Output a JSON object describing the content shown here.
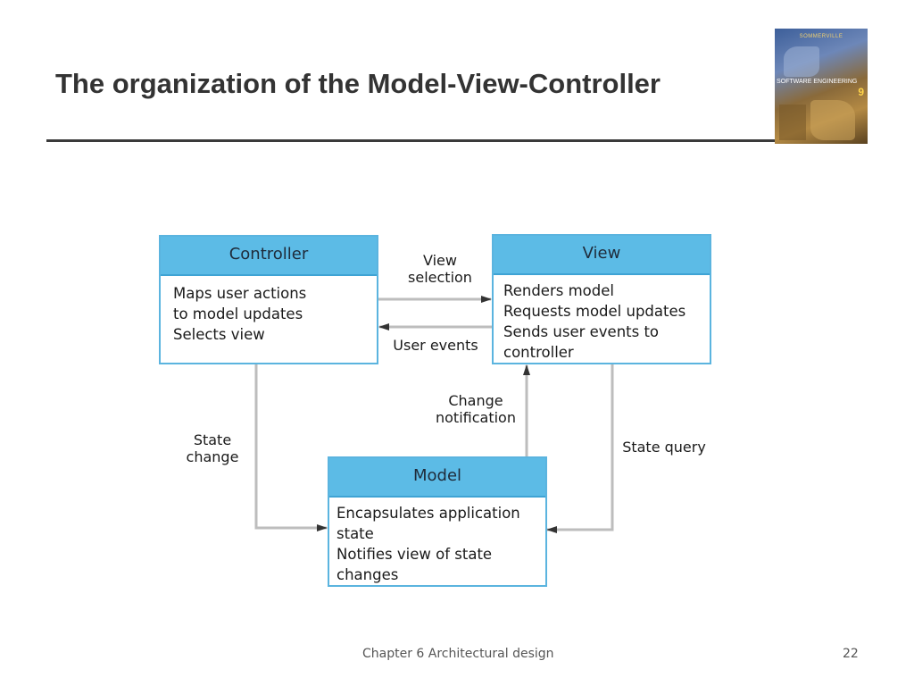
{
  "slide": {
    "title": "The organization of the Model-View-Controller",
    "footer": "Chapter 6 Architectural design",
    "page_number": "22"
  },
  "book_cover": {
    "brand": "SOMMERVILLE",
    "title": "SOFTWARE ENGINEERING",
    "edition": "9"
  },
  "diagram": {
    "nodes": {
      "controller": {
        "title": "Controller",
        "lines": [
          "Maps user actions",
          "to model updates",
          "Selects view"
        ]
      },
      "view": {
        "title": "View",
        "lines": [
          "Renders model",
          "Requests model updates",
          "Sends user events to",
          "controller"
        ]
      },
      "model": {
        "title": "Model",
        "lines": [
          "Encapsulates application",
          "state",
          "Notifies view of state",
          "changes"
        ]
      }
    },
    "edges": {
      "view_selection": [
        "View",
        "selection"
      ],
      "user_events": [
        "User events"
      ],
      "state_change": [
        "State",
        "change"
      ],
      "change_notification": [
        "Change",
        "notification"
      ],
      "state_query": [
        "State query"
      ]
    }
  },
  "colors": {
    "box_header": "#5cbbe6",
    "box_border": "#5bb4df",
    "connector": "#bdbdbd",
    "arrowhead": "#333333"
  }
}
